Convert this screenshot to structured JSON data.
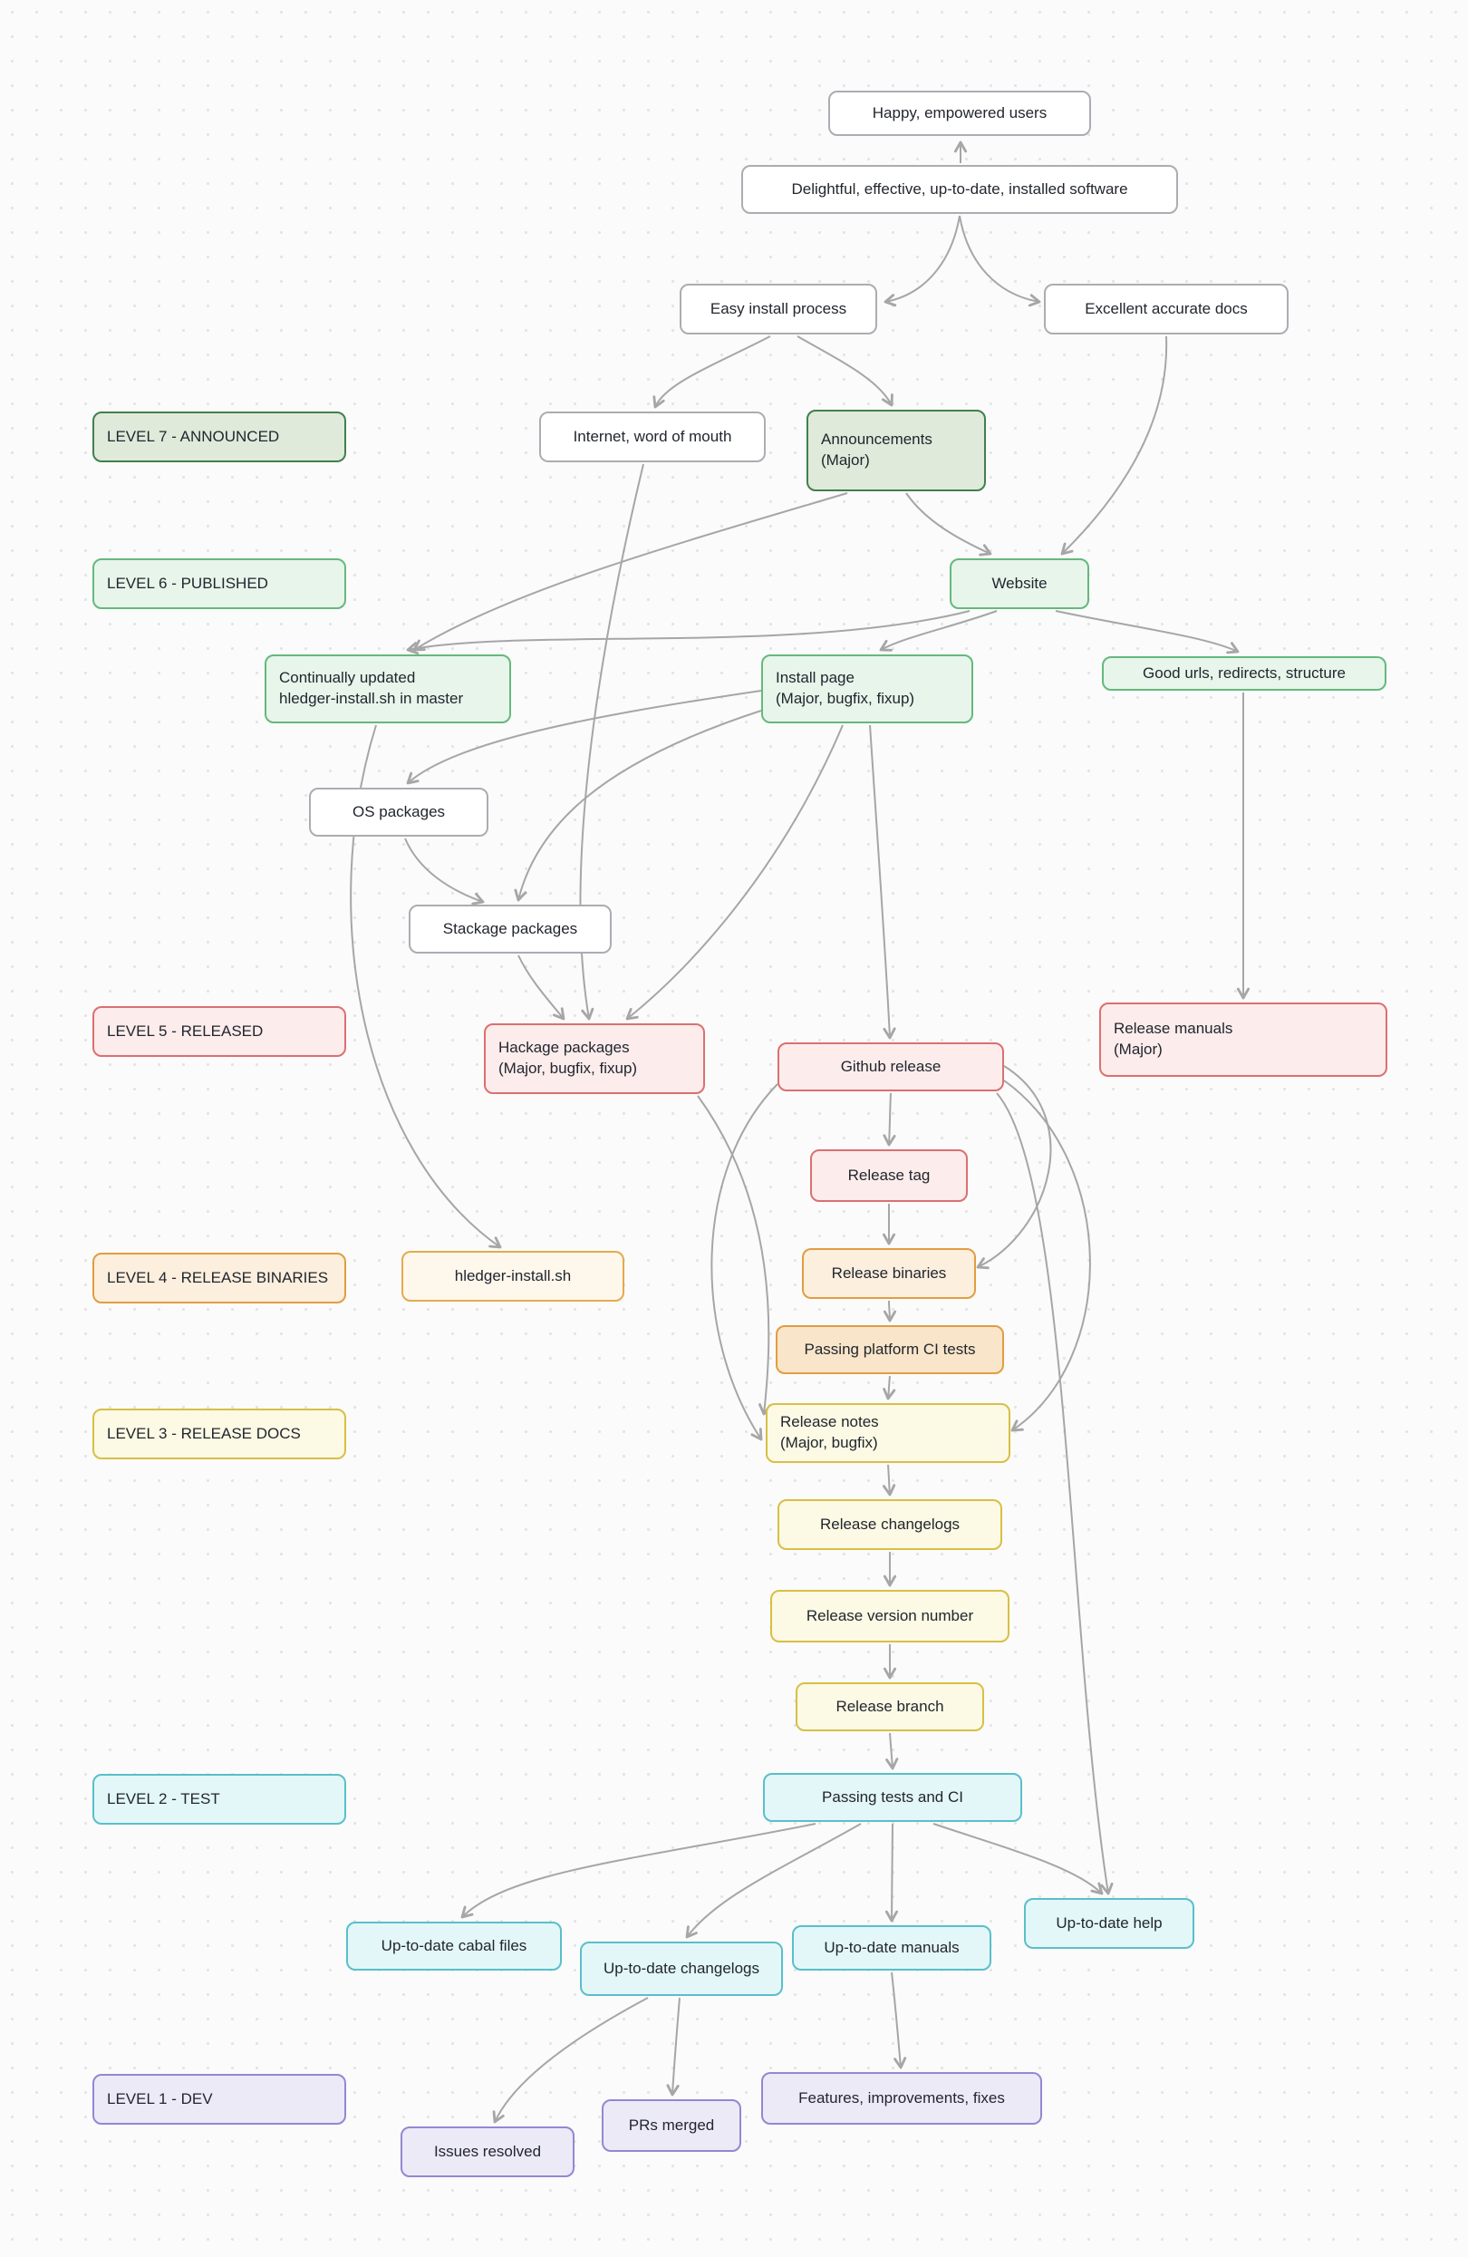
{
  "diagram": {
    "subject": "hledger release process levels",
    "colors": {
      "background": "#fafbfa",
      "arrow": "#a6a6a6",
      "green_dark": "#41804b",
      "green": "#66b87e",
      "red": "#db7070",
      "orange": "#e29d41",
      "yellow": "#d9bf45",
      "cyan": "#59bfcb",
      "purple": "#9487d2",
      "gray": "#aaadb2"
    }
  },
  "nodes": [
    {
      "id": "happy-users",
      "label": "Happy, empowered users"
    },
    {
      "id": "delightful-software",
      "label": "Delightful, effective, up-to-date, installed software"
    },
    {
      "id": "easy-install-process",
      "label": "Easy install process"
    },
    {
      "id": "excellent-docs",
      "label": "Excellent accurate docs"
    },
    {
      "id": "level-7",
      "label": "LEVEL 7 - ANNOUNCED"
    },
    {
      "id": "internet-word-of-mouth",
      "label": "Internet, word of mouth"
    },
    {
      "id": "announcements",
      "label": "Announcements\n(Major)"
    },
    {
      "id": "level-6",
      "label": "LEVEL 6 - PUBLISHED"
    },
    {
      "id": "website",
      "label": "Website"
    },
    {
      "id": "continually-updated-install",
      "label": "Continually updated\nhledger-install.sh in master"
    },
    {
      "id": "install-page",
      "label": "Install page\n(Major, bugfix, fixup)"
    },
    {
      "id": "good-urls",
      "label": "Good urls, redirects, structure"
    },
    {
      "id": "os-packages",
      "label": "OS packages"
    },
    {
      "id": "stackage-packages",
      "label": "Stackage packages"
    },
    {
      "id": "level-5",
      "label": "LEVEL 5 - RELEASED"
    },
    {
      "id": "hackage-packages",
      "label": "Hackage packages\n(Major, bugfix, fixup)"
    },
    {
      "id": "github-release",
      "label": "Github release"
    },
    {
      "id": "release-manuals",
      "label": "Release manuals\n(Major)"
    },
    {
      "id": "release-tag",
      "label": "Release tag"
    },
    {
      "id": "level-4",
      "label": "LEVEL 4 - RELEASE BINARIES"
    },
    {
      "id": "hledger-install-sh",
      "label": "hledger-install.sh"
    },
    {
      "id": "release-binaries",
      "label": "Release binaries"
    },
    {
      "id": "passing-platform-ci",
      "label": "Passing platform CI tests"
    },
    {
      "id": "level-3",
      "label": "LEVEL 3 - RELEASE DOCS"
    },
    {
      "id": "release-notes",
      "label": "Release notes\n(Major, bugfix)"
    },
    {
      "id": "release-changelogs",
      "label": "Release changelogs"
    },
    {
      "id": "release-version-number",
      "label": "Release version number"
    },
    {
      "id": "release-branch",
      "label": "Release branch"
    },
    {
      "id": "level-2",
      "label": "LEVEL 2 - TEST"
    },
    {
      "id": "passing-tests-ci",
      "label": "Passing tests and CI"
    },
    {
      "id": "utd-cabal-files",
      "label": "Up-to-date cabal files"
    },
    {
      "id": "utd-changelogs",
      "label": "Up-to-date changelogs"
    },
    {
      "id": "utd-manuals",
      "label": "Up-to-date manuals"
    },
    {
      "id": "utd-help",
      "label": "Up-to-date help"
    },
    {
      "id": "level-1",
      "label": "LEVEL 1 - DEV"
    },
    {
      "id": "features-improvements-fixes",
      "label": "Features, improvements, fixes"
    },
    {
      "id": "prs-merged",
      "label": "PRs merged"
    },
    {
      "id": "issues-resolved",
      "label": "Issues resolved"
    }
  ],
  "edges": [
    {
      "from": "delightful-software",
      "to": "happy-users"
    },
    {
      "from": "delightful-software",
      "to": "easy-install-process"
    },
    {
      "from": "delightful-software",
      "to": "excellent-docs"
    },
    {
      "from": "easy-install-process",
      "to": "internet-word-of-mouth"
    },
    {
      "from": "easy-install-process",
      "to": "announcements"
    },
    {
      "from": "excellent-docs",
      "to": "website"
    },
    {
      "from": "announcements",
      "to": "website"
    },
    {
      "from": "announcements",
      "to": "continually-updated-install"
    },
    {
      "from": "website",
      "to": "install-page"
    },
    {
      "from": "website",
      "to": "continually-updated-install"
    },
    {
      "from": "website",
      "to": "good-urls"
    },
    {
      "from": "good-urls",
      "to": "release-manuals"
    },
    {
      "from": "install-page",
      "to": "os-packages"
    },
    {
      "from": "install-page",
      "to": "stackage-packages"
    },
    {
      "from": "install-page",
      "to": "hackage-packages"
    },
    {
      "from": "install-page",
      "to": "github-release"
    },
    {
      "from": "os-packages",
      "to": "stackage-packages"
    },
    {
      "from": "stackage-packages",
      "to": "hackage-packages"
    },
    {
      "from": "internet-word-of-mouth",
      "to": "hackage-packages"
    },
    {
      "from": "continually-updated-install",
      "to": "hledger-install-sh"
    },
    {
      "from": "github-release",
      "to": "release-tag"
    },
    {
      "from": "github-release",
      "to": "release-binaries"
    },
    {
      "from": "github-release",
      "to": "release-notes"
    },
    {
      "from": "github-release",
      "to": "utd-help"
    },
    {
      "from": "hackage-packages",
      "to": "release-notes"
    },
    {
      "from": "release-tag",
      "to": "release-binaries"
    },
    {
      "from": "release-binaries",
      "to": "passing-platform-ci"
    },
    {
      "from": "passing-platform-ci",
      "to": "release-notes"
    },
    {
      "from": "release-notes",
      "to": "release-changelogs"
    },
    {
      "from": "release-changelogs",
      "to": "release-version-number"
    },
    {
      "from": "release-version-number",
      "to": "release-branch"
    },
    {
      "from": "release-branch",
      "to": "passing-tests-ci"
    },
    {
      "from": "passing-tests-ci",
      "to": "utd-cabal-files"
    },
    {
      "from": "passing-tests-ci",
      "to": "utd-changelogs"
    },
    {
      "from": "passing-tests-ci",
      "to": "utd-manuals"
    },
    {
      "from": "passing-tests-ci",
      "to": "utd-help"
    },
    {
      "from": "utd-changelogs",
      "to": "prs-merged"
    },
    {
      "from": "utd-changelogs",
      "to": "issues-resolved"
    },
    {
      "from": "utd-manuals",
      "to": "features-improvements-fixes"
    }
  ]
}
